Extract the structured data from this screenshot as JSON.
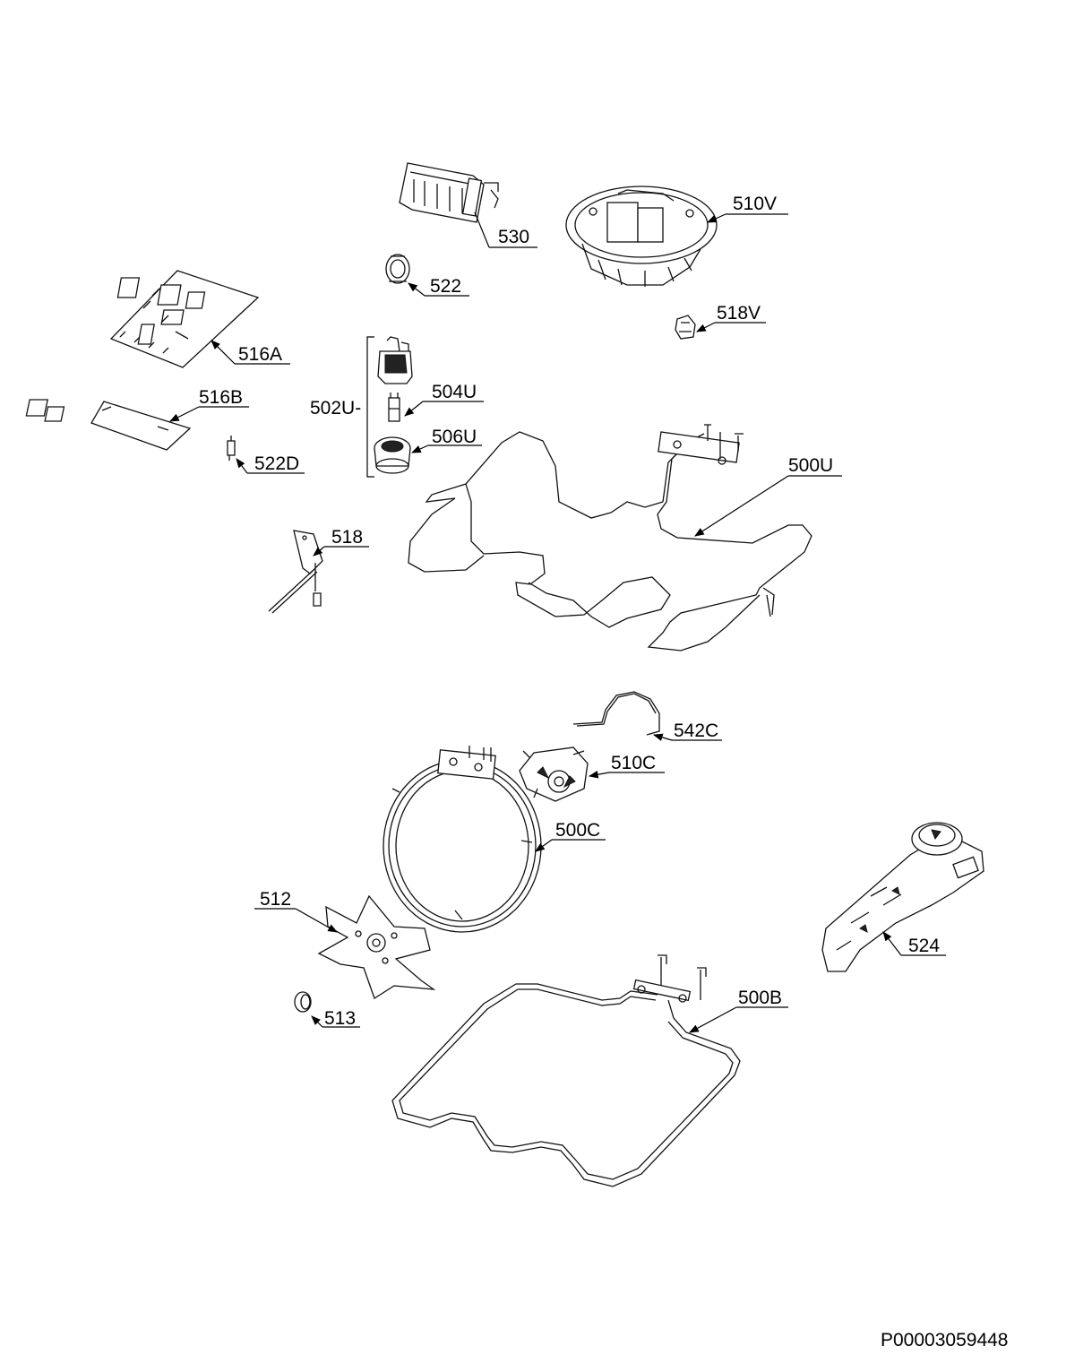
{
  "labels": {
    "p530": "530",
    "p510V": "510V",
    "p522": "522",
    "p518V": "518V",
    "p516A": "516A",
    "p502U": "502U-",
    "p504U": "504U",
    "p516B": "516B",
    "p506U": "506U",
    "p522D": "522D",
    "p500U": "500U",
    "p518": "518",
    "p542C": "542C",
    "p510C": "510C",
    "p500C": "500C",
    "p512": "512",
    "p524": "524",
    "p500B": "500B",
    "p513": "513"
  },
  "document_id": "P00003059448"
}
